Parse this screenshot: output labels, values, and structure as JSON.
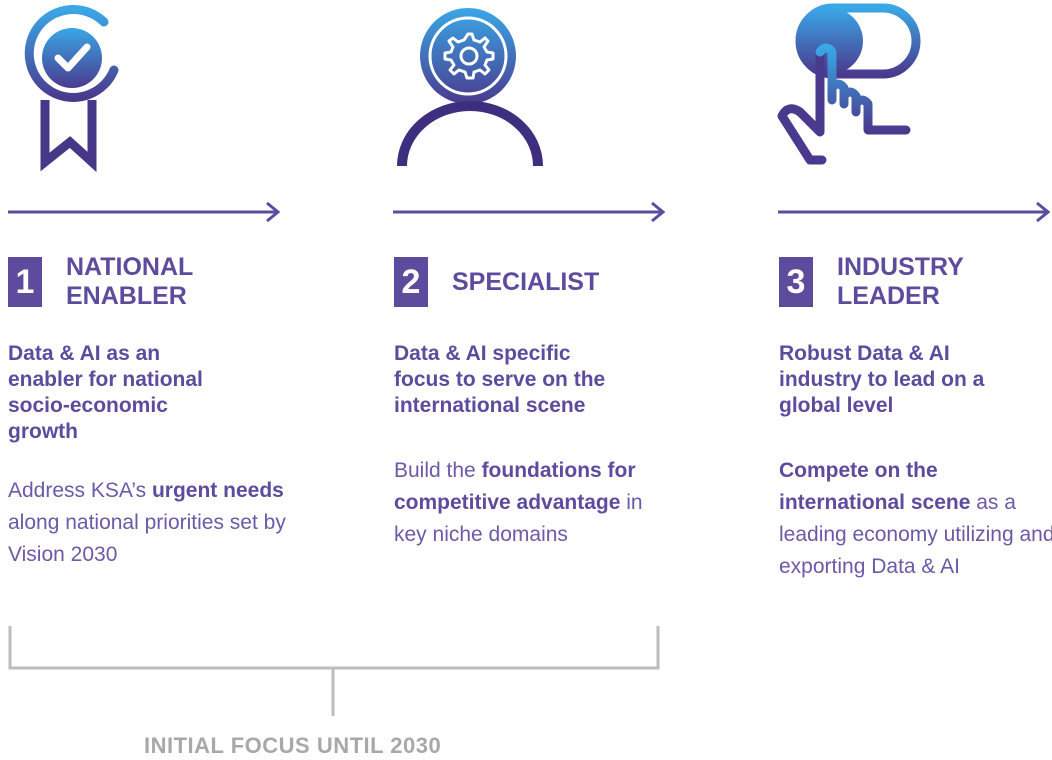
{
  "colors": {
    "primary": "#5d4c9e",
    "gradient_top": "#3aa7e6",
    "gradient_bottom": "#4a3a8e",
    "bracket_gray": "#bdbdbd",
    "label_gray": "#a8a8a8"
  },
  "stages": [
    {
      "number": "1",
      "title": "NATIONAL\nENABLER",
      "tagline": "Data & AI as an\nenabler for national\nsocio-economic\ngrowth",
      "icon": "award-ribbon-icon",
      "desc": [
        {
          "text": "Address KSA’s ",
          "bold": false
        },
        {
          "text": "urgent needs",
          "bold": true
        },
        {
          "text": " along national priorities set by Vision 2030",
          "bold": false
        }
      ]
    },
    {
      "number": "2",
      "title": "SPECIALIST",
      "tagline": "Data & AI specific\nfocus to serve on the\ninternational scene",
      "icon": "specialist-gear-person-icon",
      "desc": [
        {
          "text": "Build the ",
          "bold": false
        },
        {
          "text": "foundations for competitive advantage",
          "bold": true
        },
        {
          "text": " in key niche domains",
          "bold": false
        }
      ]
    },
    {
      "number": "3",
      "title": "INDUSTRY\nLEADER",
      "tagline": "Robust Data & AI\nindustry to lead on a\nglobal level",
      "icon": "hand-toggle-icon",
      "desc": [
        {
          "text": "Compete on the international scene",
          "bold": true
        },
        {
          "text": " as a leading economy utilizing and exporting Data & AI",
          "bold": false
        }
      ]
    }
  ],
  "focus_label": "INITIAL FOCUS UNTIL 2030"
}
